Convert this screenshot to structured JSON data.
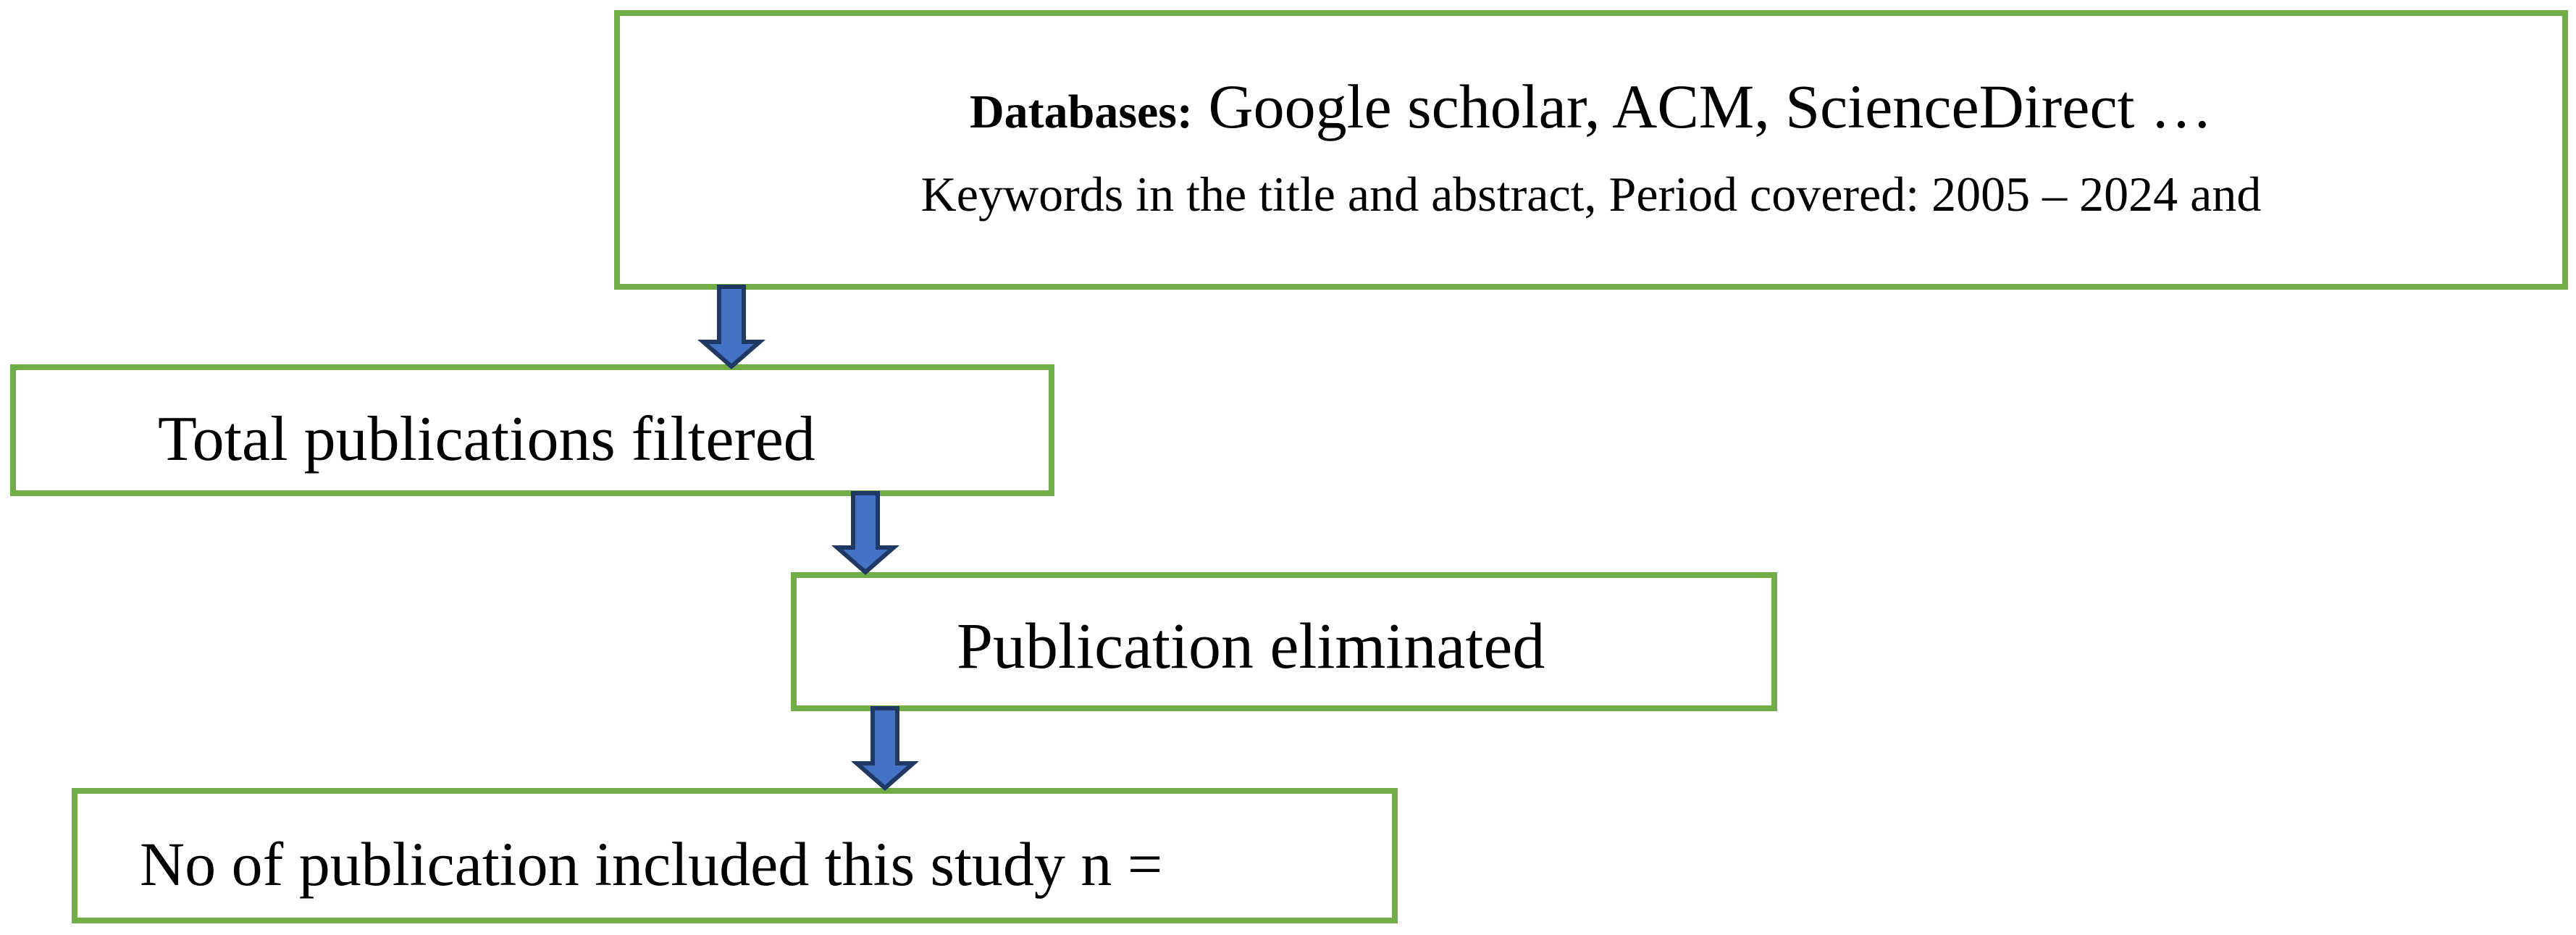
{
  "flowchart": {
    "databases_box": {
      "label": "Databases:",
      "sources": " Google scholar, ACM, ScienceDirect …",
      "criteria": "Keywords in the title and abstract, Period covered: 2005 – 2024 and"
    },
    "total_box": {
      "text": "Total publications filtered"
    },
    "eliminated_box": {
      "text": "Publication eliminated"
    },
    "included_box": {
      "text": "No of publication included this study n ="
    }
  },
  "colors": {
    "box_border": "#70ad47",
    "arrow_fill": "#4472c4",
    "arrow_outline": "#1f3864"
  },
  "connections": [
    {
      "from": "databases_box",
      "to": "total_box"
    },
    {
      "from": "total_box",
      "to": "eliminated_box"
    },
    {
      "from": "eliminated_box",
      "to": "included_box"
    }
  ]
}
